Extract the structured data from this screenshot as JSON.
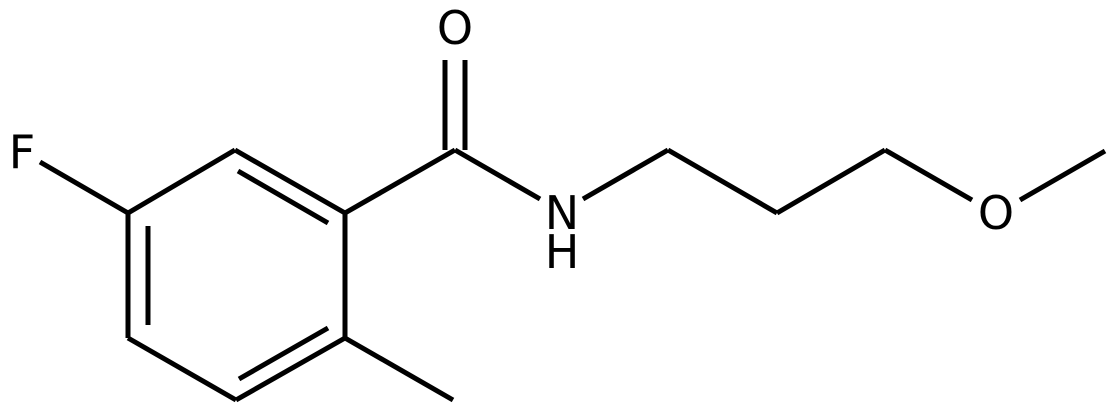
{
  "molecule": {
    "atoms": {
      "oxygen_carbonyl": "O",
      "fluorine": "F",
      "nitrogen": "N",
      "amide_hydrogen": "H",
      "oxygen_ether": "O"
    }
  },
  "colors": {
    "bond": "#000000",
    "label": "#000000",
    "background": "#ffffff"
  }
}
